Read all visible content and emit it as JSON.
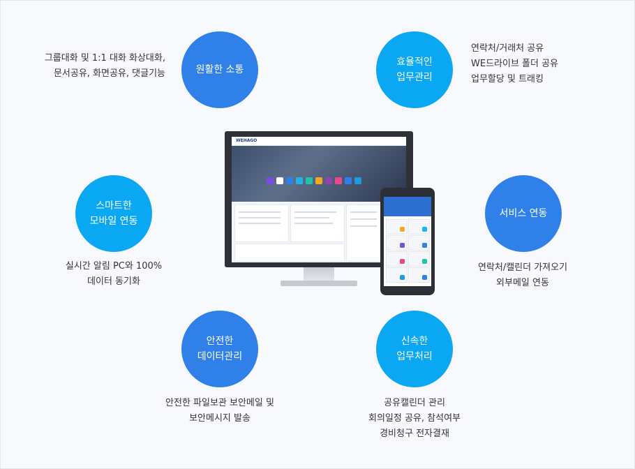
{
  "features": [
    {
      "id": "communication",
      "title": "원활한 소통",
      "desc": "그룹대화 및 1:1 대화 화상대화,\n문서공유, 화면공유, 댓글기능",
      "color": "#2f80e8"
    },
    {
      "id": "work-management",
      "title": "효율적인\n업무관리",
      "desc": "연락처/거래처 공유\nWE드라이브 폴더 공유\n업무할당 및 트래킹",
      "color": "#0aa7f2"
    },
    {
      "id": "smart-mobile",
      "title": "스마트한\n모바일 연동",
      "desc": "실시간 알림 PC와 100%\n데이터 동기화",
      "color": "#0aa7f2"
    },
    {
      "id": "service-link",
      "title": "서비스 연동",
      "desc": "연락처/캘린더 가져오기\n외부메일 연동",
      "color": "#2f80e8"
    },
    {
      "id": "data-security",
      "title": "안전한\n데이터관리",
      "desc": "안전한 파일보관 보안메일 및\n보안메시지 발송",
      "color": "#2f80e8"
    },
    {
      "id": "fast-processing",
      "title": "신속한\n업무처리",
      "desc": "공유캘린더 관리\n회의일정 공유, 참석여부\n경비청구 전자결재",
      "color": "#0aa7f2"
    }
  ],
  "device": {
    "brand": "WEHAGO"
  }
}
